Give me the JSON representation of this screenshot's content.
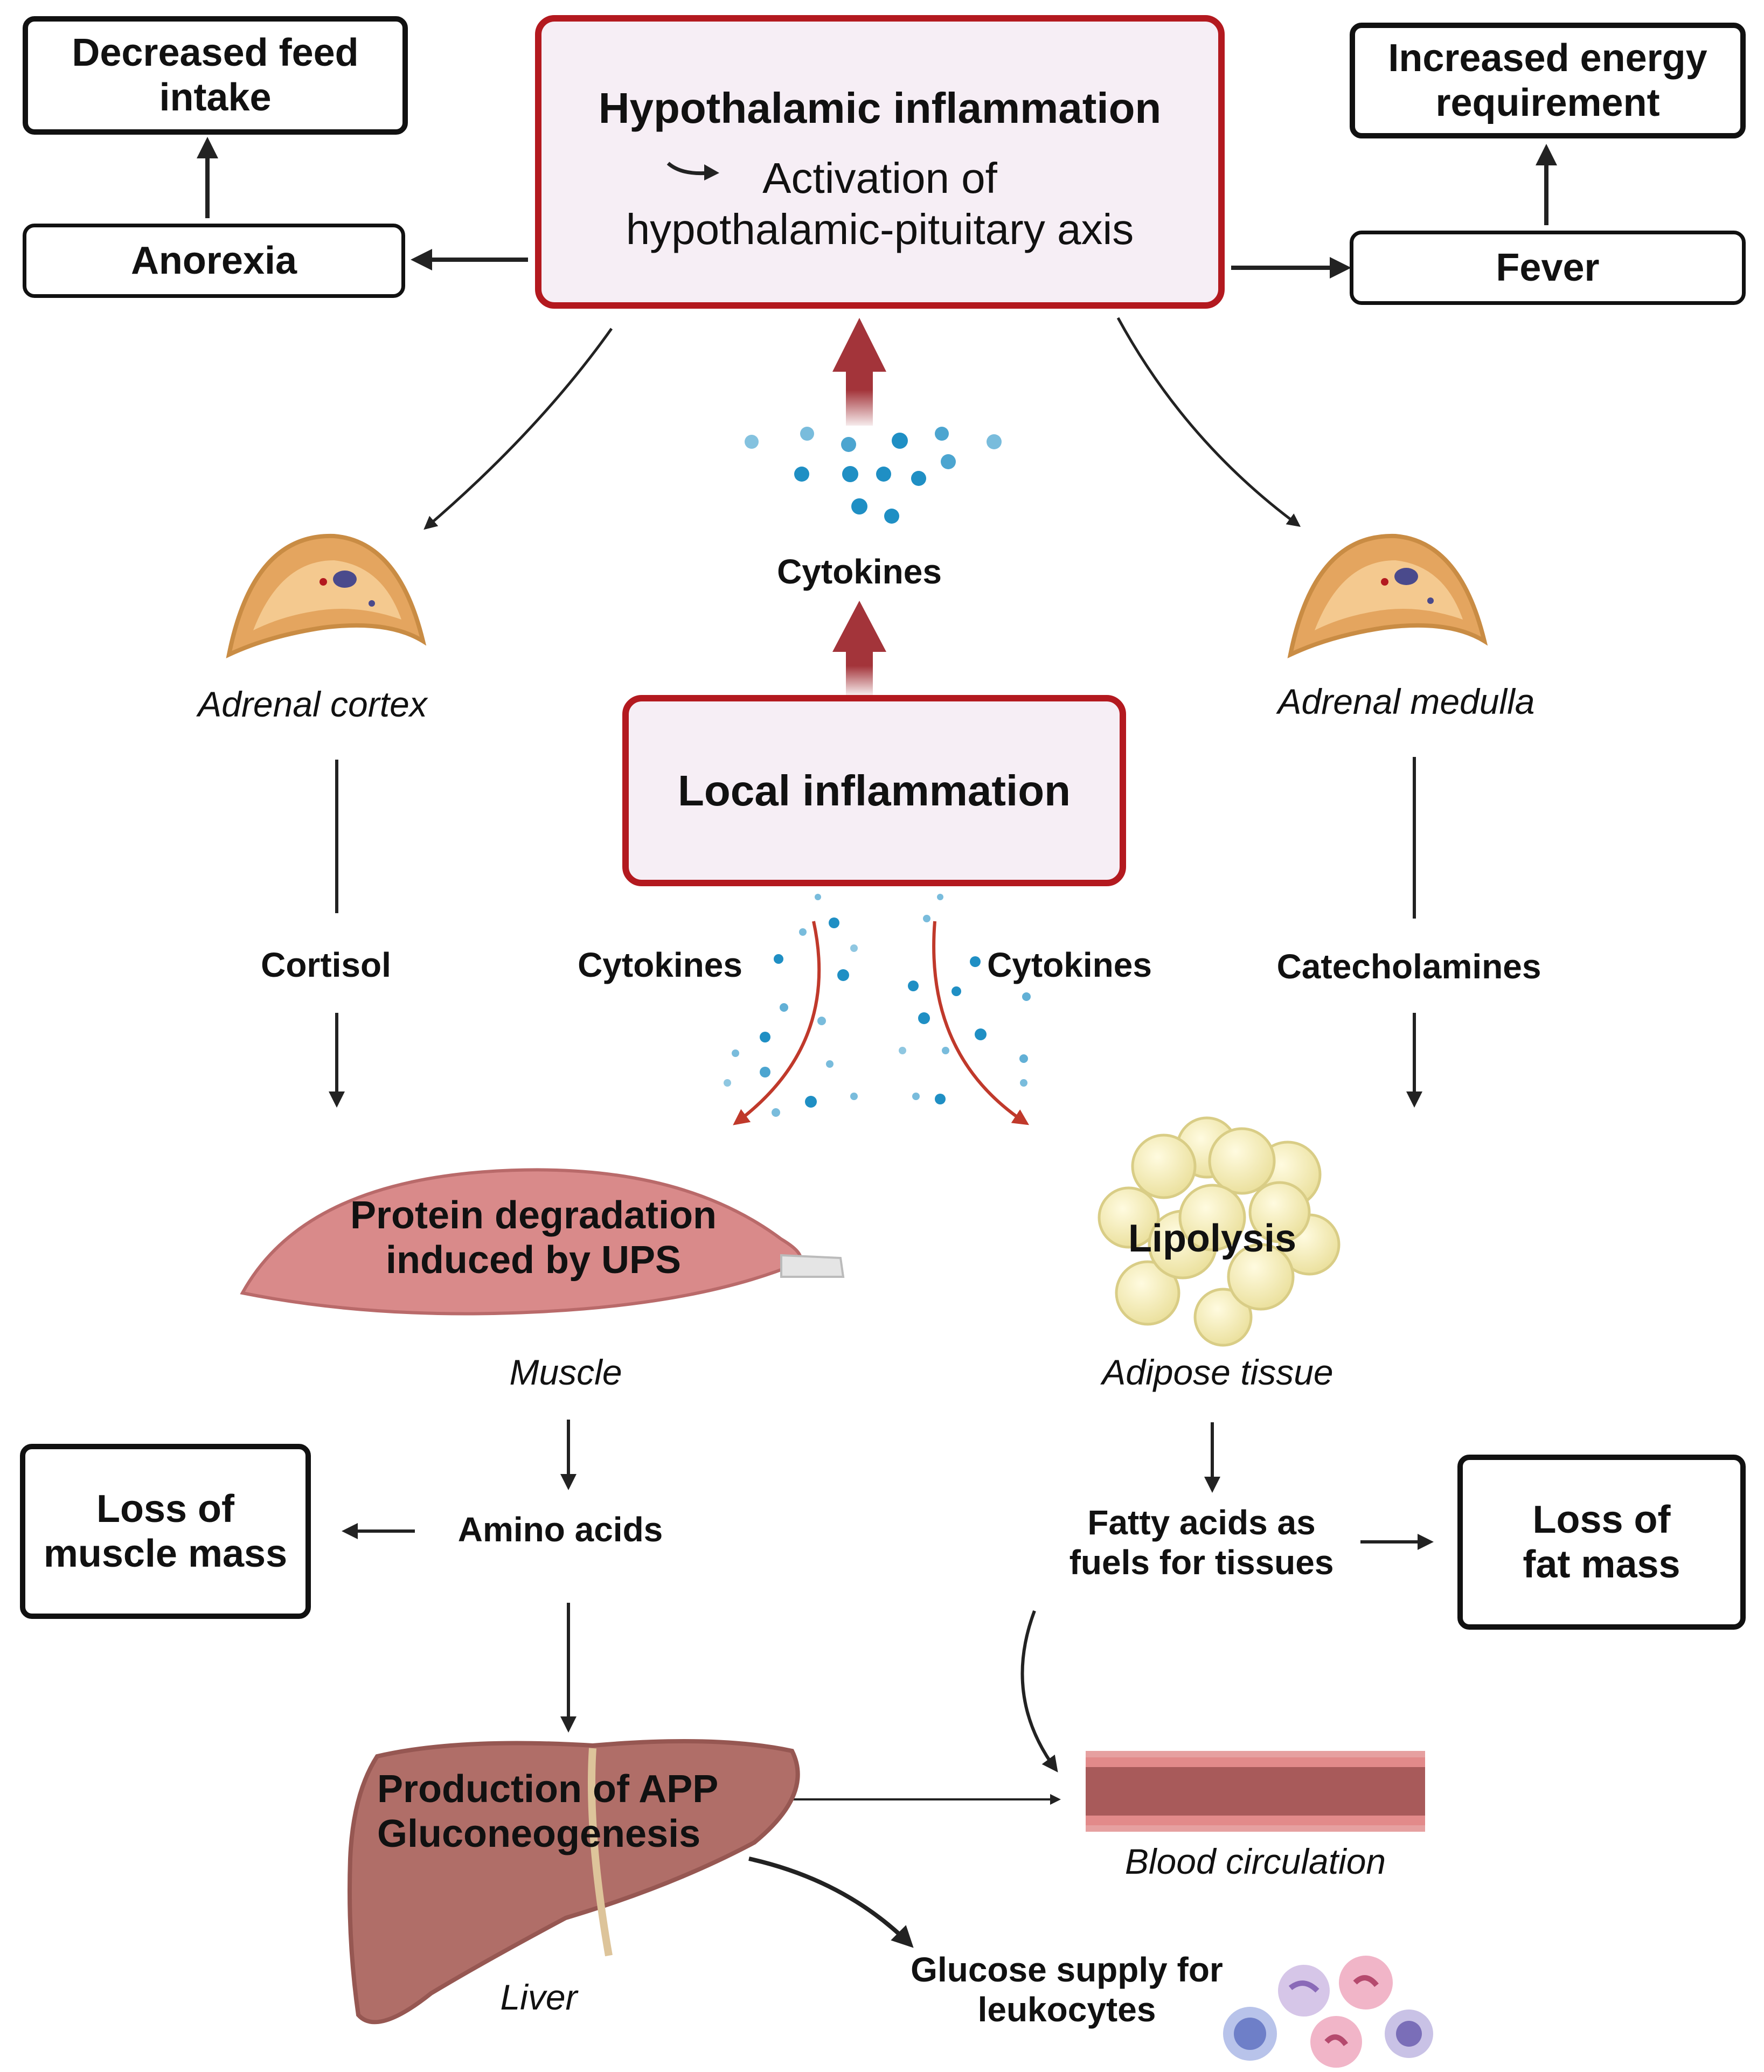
{
  "top": {
    "hypothalamic_title": "Hypothalamic inflammation",
    "hpa_line1": "Activation of",
    "hpa_line2": "hypothalamic-pituitary axis",
    "decreased_feed_line1": "Decreased feed",
    "decreased_feed_line2": "intake",
    "anorexia": "Anorexia",
    "increased_energy_line1": "Increased energy",
    "increased_energy_line2": "requirement",
    "fever": "Fever"
  },
  "middle": {
    "cytokines_center": "Cytokines",
    "local_inflammation": "Local inflammation",
    "adrenal_cortex": "Adrenal cortex",
    "adrenal_medulla": "Adrenal medulla",
    "cortisol": "Cortisol",
    "cytokines_left": "Cytokines",
    "cytokines_right": "Cytokines",
    "catecholamines": "Catecholamines"
  },
  "tissues": {
    "protein_line1": "Protein degradation",
    "protein_line2": "induced by UPS",
    "muscle": "Muscle",
    "lipolysis": "Lipolysis",
    "adipose": "Adipose tissue"
  },
  "outcomes": {
    "loss_muscle_line1": "Loss of",
    "loss_muscle_line2": "muscle mass",
    "amino_acids": "Amino acids",
    "fatty_line1": "Fatty acids as",
    "fatty_line2": "fuels for tissues",
    "loss_fat_line1": "Loss of",
    "loss_fat_line2": "fat mass",
    "app_line1": "Production of APP",
    "app_line2": "Gluconeogenesis",
    "liver": "Liver",
    "blood": "Blood circulation",
    "glucose_line1": "Glucose supply for",
    "glucose_line2": "leukocytes"
  },
  "colors": {
    "inflammation_border": "#b3191f",
    "inflammation_fill": "#f6eef5",
    "cytokine_dot": "#1f8fc4",
    "red_arrow": "#a3343a",
    "muscle": "#d98a8a",
    "liver": "#b06e68",
    "adipose": "#f3e9b5",
    "vessel": "#b65c5c"
  }
}
